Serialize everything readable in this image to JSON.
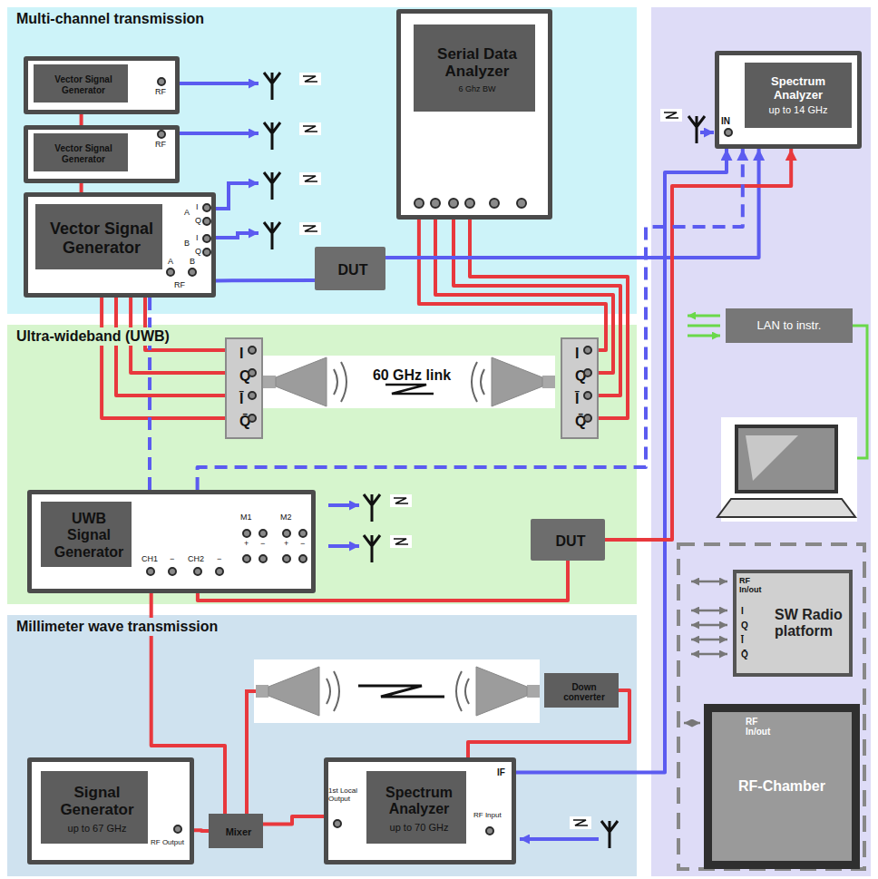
{
  "diagram": {
    "nodes": [
      {
        "text": [
          "Multi-channel transmission"
        ]
      },
      {
        "text": [
          "Vector Signal Generator"
        ],
        "in": 0
      },
      {
        "text": [
          "Vector Signal Generator"
        ],
        "in": 0
      },
      {
        "text": [
          "Vector Signal Generator"
        ],
        "in": 0
      },
      {
        "text": [
          "Serial Data Analyzer",
          "6 Ghz BW"
        ],
        "in": 0
      },
      {
        "text": [
          "DUT"
        ],
        "in": 0
      },
      {
        "text": [
          "Spectrum Analyzer",
          "up to 14 GHz"
        ]
      },
      {
        "text": [
          "Ultra-wideband (UWB)"
        ]
      },
      {
        "text": [
          "I",
          "Q",
          "Ī",
          "Q̄"
        ],
        "in": 7
      },
      {
        "text": [
          "60 GHz link"
        ],
        "in": 7
      },
      {
        "text": [
          "I",
          "Q",
          "Ī",
          "Q̄"
        ],
        "in": 7
      },
      {
        "text": [
          "LAN to instr."
        ]
      },
      {
        "text": [
          "UWB Signal Generator"
        ],
        "in": 7
      },
      {
        "text": [
          "DUT"
        ],
        "in": 7
      },
      {
        "text": [
          "Millimeter wave transmission"
        ]
      },
      {
        "text": [
          "Signal Generator",
          "up to 67 GHz"
        ],
        "in": 14
      },
      {
        "text": [
          "Mixer"
        ],
        "in": 14
      },
      {
        "text": [
          "Down converter"
        ],
        "in": 14
      },
      {
        "text": [
          "Spectrum Analyzer",
          "up to 70 GHz"
        ],
        "in": 14
      },
      {
        "text": [
          "SW Radio platform"
        ]
      },
      {
        "text": [
          "RF-Chamber"
        ]
      }
    ],
    "edges": [
      {
        "from": 1,
        "to": 2,
        "arrow": "none"
      },
      {
        "from": 2,
        "to": 3,
        "arrow": "none"
      },
      {
        "from": 3,
        "to": 8,
        "arrow": "none"
      },
      {
        "from": 3,
        "to": 8,
        "arrow": "none"
      },
      {
        "from": 3,
        "to": 8,
        "arrow": "none"
      },
      {
        "from": 3,
        "to": 8,
        "arrow": "none"
      },
      {
        "from": 4,
        "to": 10,
        "arrow": "none"
      },
      {
        "from": 4,
        "to": 10,
        "arrow": "none"
      },
      {
        "from": 4,
        "to": 10,
        "arrow": "none"
      },
      {
        "from": 4,
        "to": 10,
        "arrow": "none"
      },
      {
        "from": 3,
        "to": 5,
        "arrow": "none"
      },
      {
        "from": 5,
        "to": 6,
        "arrow": "to"
      },
      {
        "from": 18,
        "to": 6,
        "arrow": "to"
      },
      {
        "from": 13,
        "to": 6,
        "arrow": "to"
      },
      {
        "from": 12,
        "to": 13,
        "arrow": "none"
      },
      {
        "from": 12,
        "to": 16,
        "arrow": "none"
      },
      {
        "from": 15,
        "to": 16,
        "arrow": "none"
      },
      {
        "from": 16,
        "to": 18,
        "arrow": "none"
      },
      {
        "from": 17,
        "to": 18,
        "arrow": "none"
      },
      {
        "from": 3,
        "to": 12,
        "arrow": "none"
      },
      {
        "from": 12,
        "to": 6,
        "arrow": "to"
      }
    ],
    "labels": [
      "RF",
      "RF",
      "A",
      "I",
      "Q",
      "B",
      "I",
      "Q",
      "A",
      "B",
      "RF",
      "IN",
      "CH1",
      "−",
      "CH2",
      "−",
      "M1",
      "M2",
      "+",
      "−",
      "+",
      "−",
      "RF In/out",
      "I",
      "Q",
      "Ī",
      "Q̄",
      "RF In/out",
      "RF Output",
      "1st Local Output",
      "RF Input",
      "IF"
    ]
  }
}
